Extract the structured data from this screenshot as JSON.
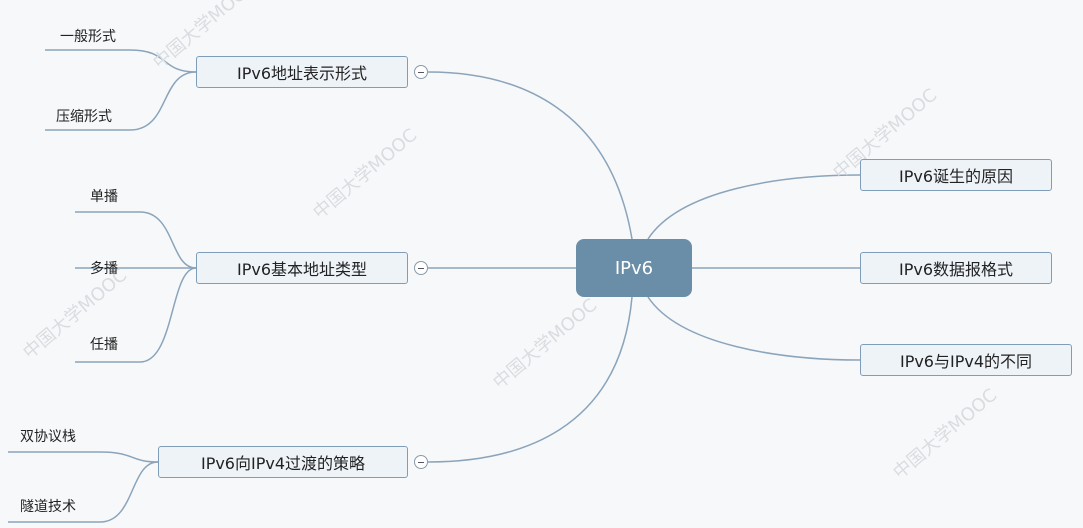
{
  "root": {
    "label": "IPv6"
  },
  "left_branches": [
    {
      "label": "IPv6地址表示形式",
      "children": [
        "一般形式",
        "压缩形式"
      ]
    },
    {
      "label": "IPv6基本地址类型",
      "children": [
        "单播",
        "多播",
        "任播"
      ]
    },
    {
      "label": "IPv6向IPv4过渡的策略",
      "children": [
        "双协议栈",
        "隧道技术"
      ]
    }
  ],
  "right_branches": [
    {
      "label": "IPv6诞生的原因"
    },
    {
      "label": "IPv6数据报格式"
    },
    {
      "label": "IPv6与IPv4的不同"
    }
  ],
  "colors": {
    "root_fill": "#6b8ea8",
    "branch_fill": "#eef3f8",
    "branch_border": "#7f9db6",
    "line": "#8aa4bb",
    "background": "#f7f8f9"
  }
}
